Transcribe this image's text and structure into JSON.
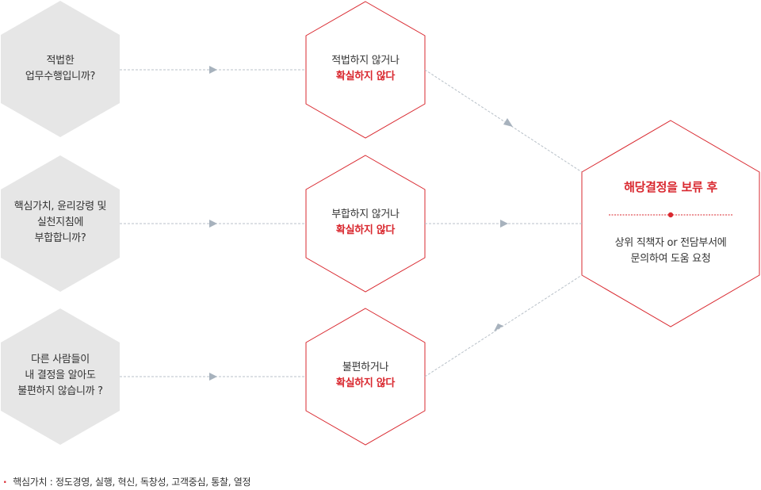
{
  "colors": {
    "question_fill": "#e6e6e6",
    "outcome_stroke": "#d9282f",
    "accent_red": "#d9282f",
    "connector": "#b8c0c8",
    "arrow": "#a7b2bd",
    "text": "#333333"
  },
  "questions": [
    {
      "lines": [
        "적법한",
        "업무수행입니까?"
      ]
    },
    {
      "lines": [
        "핵심가치, 윤리강령 및",
        "실천지침에",
        "부합합니까?"
      ]
    },
    {
      "lines": [
        "다른 사람들이",
        "내 결정을 알아도",
        "불편하지 않습니까 ?"
      ]
    }
  ],
  "outcomes": [
    {
      "line1": "적법하지 않거나",
      "line2": "확실하지 않다"
    },
    {
      "line1": "부합하지 않거나",
      "line2": "확실하지 않다"
    },
    {
      "line1": "불편하거나",
      "line2": "확실하지 않다"
    }
  ],
  "final": {
    "title": "해당결정을 보류 후",
    "lines": [
      "상위 직책자 or 전담부서에",
      "문의하여 도움 요청"
    ]
  },
  "footnote": "핵심가치 : 정도경영, 실행, 혁신, 독창성, 고객중심, 통찰, 열정"
}
